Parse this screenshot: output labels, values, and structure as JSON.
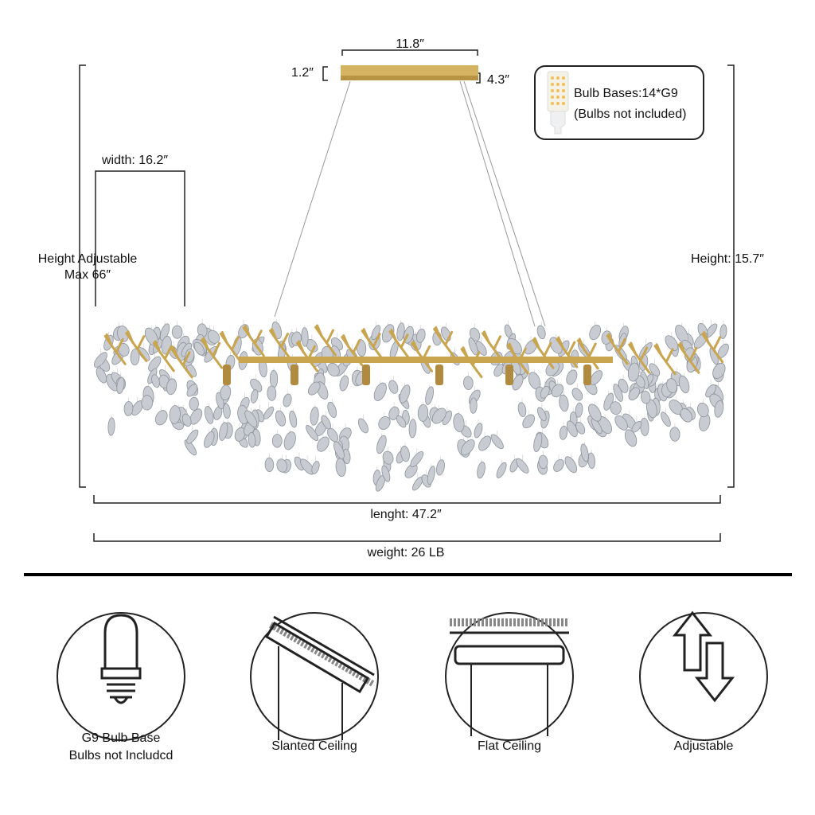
{
  "dimensions": {
    "canopy_width": "11.8″",
    "canopy_height": "1.2″",
    "canopy_depth": "4.3″",
    "width": "width: 16.2″",
    "height_adjustable_line1": "Height Adjustable",
    "height_adjustable_line2": "Max 66″",
    "height": "Height: 15.7″",
    "length": "lenght: 47.2″",
    "weight": "weight: 26 LB"
  },
  "bulb_info": {
    "line1": "Bulb Bases:14*G9",
    "line2": "(Bulbs not included)"
  },
  "features": [
    {
      "icon": "g9-bulb-icon",
      "line1": "G9 Bulb Base",
      "line2": "Bulbs not Includcd"
    },
    {
      "icon": "slanted-ceiling-icon",
      "line1": "Slanted Ceiling"
    },
    {
      "icon": "flat-ceiling-icon",
      "line1": "Flat Ceiling"
    },
    {
      "icon": "adjustable-arrows-icon",
      "line1": "Adjustable"
    }
  ],
  "colors": {
    "gold": "#c9a550",
    "line": "#222222",
    "crystal": "#c8ccd2"
  }
}
